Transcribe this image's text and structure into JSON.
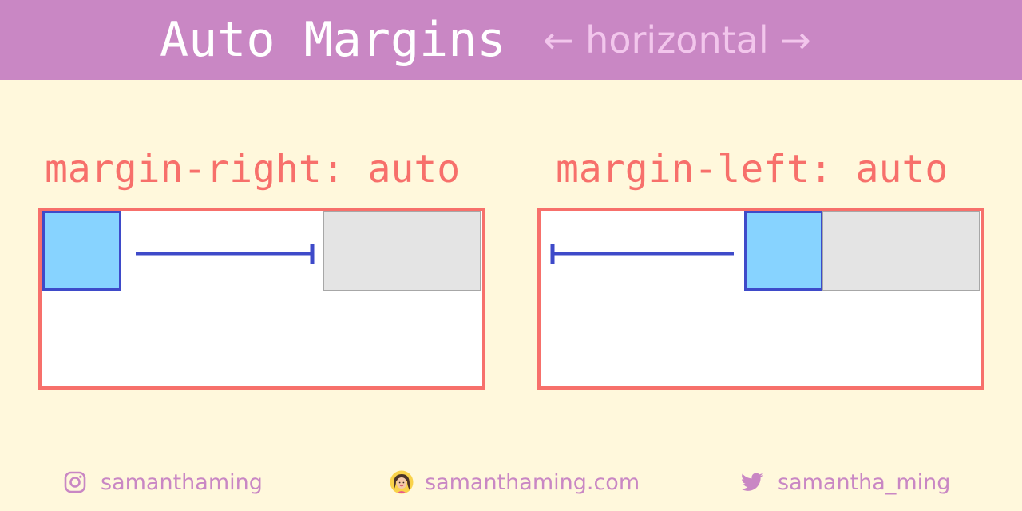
{
  "header": {
    "title": "Auto Margins",
    "subtitle": "← horizontal →"
  },
  "panels": [
    {
      "label": "margin-right: auto",
      "arrow_direction": "right",
      "items": [
        "blue",
        "gray",
        "gray"
      ]
    },
    {
      "label": "margin-left: auto",
      "arrow_direction": "left",
      "items": [
        "blue",
        "gray",
        "gray"
      ]
    }
  ],
  "footer": {
    "instagram": "samanthaming",
    "website": "samanthaming.com",
    "twitter": "samantha_ming"
  },
  "colors": {
    "header_bg": "#c987c4",
    "page_bg": "#fff8dc",
    "accent_red": "#f7706b",
    "box_blue": "#87d3ff",
    "box_blue_border": "#3e4ac9",
    "box_gray": "#e4e4e4",
    "arrow": "#3e4ac9",
    "footer_text": "#c987c4"
  },
  "icons": {
    "instagram": "instagram-icon",
    "website": "avatar-icon",
    "twitter": "twitter-icon"
  }
}
